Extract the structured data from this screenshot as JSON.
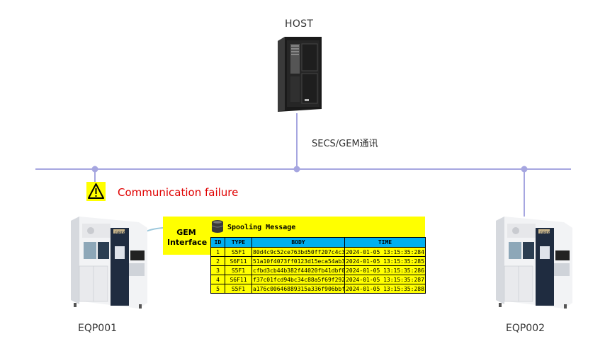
{
  "host": {
    "label": "HOST"
  },
  "link": {
    "label": "SECS/GEM通讯"
  },
  "alert": {
    "text": "Communication failure",
    "color": "#e00000"
  },
  "gem": {
    "line1": "GEM",
    "line2": "Interface"
  },
  "spooling": {
    "title": "Spooling Message",
    "columns": [
      "ID",
      "TYPE",
      "BODY",
      "TIME"
    ],
    "rows": [
      {
        "id": "1",
        "type": "S5F1",
        "body": "80d4c9c52ce763bd50ff207c4c3",
        "time": "2024-01-05 13:15:35:284"
      },
      {
        "id": "2",
        "type": "S6F11",
        "body": "51a10f4073ff0123d15eca54ab3",
        "time": "2024-01-05 13:15:35:285"
      },
      {
        "id": "3",
        "type": "S5F1",
        "body": "cfbd3cb44b382f44020fb41dbf0",
        "time": "2024-01-05 13:15:35:286"
      },
      {
        "id": "4",
        "type": "S6F11",
        "body": "f37c01fcd94bc34c88a5f69f292",
        "time": "2024-01-05 13:15:35:287"
      },
      {
        "id": "5",
        "type": "S5F1",
        "body": "a176c00646889315a336f906bbf",
        "time": "2024-01-05 13:15:35:288"
      }
    ]
  },
  "equipment": [
    {
      "label": "EQP001",
      "brand": "GRIX"
    },
    {
      "label": "EQP002",
      "brand": "GRIX"
    }
  ],
  "colors": {
    "bus": "#a6a6e0",
    "highlight": "#ffff00",
    "table_header": "#00b0f0",
    "warning": "#e00000"
  }
}
